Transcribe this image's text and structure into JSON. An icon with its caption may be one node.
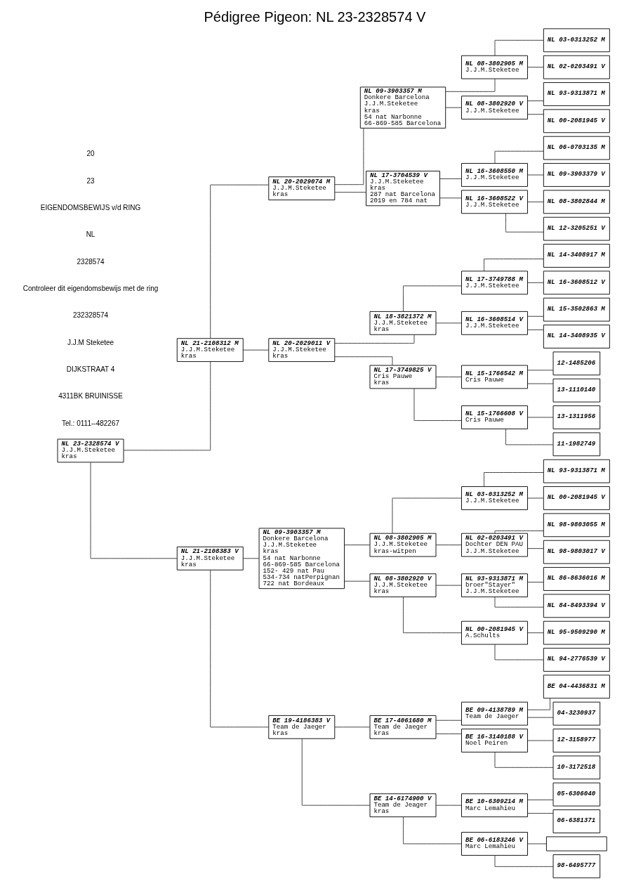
{
  "diagram": {
    "title": "Pédigree Pigeon: NL 23-2328574 V",
    "nodes": [
      {
        "text": [
          "NL 23-2328574 V",
          "J.J.M.Steketee",
          "kras"
        ]
      },
      {
        "text": [
          "NL 21-2108312 M",
          "J.J.M.Steketee",
          "kras"
        ]
      },
      {
        "text": [
          "NL 21-2108383 V",
          "J.J.M.Steketee",
          "kras"
        ]
      },
      {
        "text": [
          "NL 20-2029074 M",
          "J.J.M.Steketee",
          "kras"
        ]
      },
      {
        "text": [
          "NL 20-2029011 V",
          "J.J.M.Steketee",
          "kras"
        ]
      },
      {
        "text": [
          "NL 09-3903357 M",
          "Donkere Barcelona",
          "J.J.M.Steketee",
          "kras",
          "54 nat Narbonne",
          "66-869-585 Barcelona",
          "152- 429 nat Pau",
          "534-734 natPerpignan",
          "722 nat Bordeaux"
        ]
      },
      {
        "text": [
          "BE 19-4186383 V",
          "Team de Jaeger",
          "kras"
        ]
      },
      {
        "text": [
          "NL 09-3903357 M",
          "Donkere Barcelona",
          "J.J.M.Steketee",
          "kras",
          "54 nat Narbonne",
          "66-869-585 Barcelona"
        ]
      },
      {
        "text": [
          "NL 17-3704539 V",
          "J.J.M.Steketee",
          "kras",
          "287 nat Barcelona",
          "2019 en 784 nat"
        ]
      },
      {
        "text": [
          "NL 18-3821372 M",
          "J.J.M.Steketee",
          "kras"
        ]
      },
      {
        "text": [
          "NL 17-3749825 V",
          "Cris Pauwe",
          "kras"
        ]
      },
      {
        "text": [
          "NL 08-3802905 M",
          "J.J.M.Steketee",
          "kras-witpen"
        ]
      },
      {
        "text": [
          "NL 08-3802920 V",
          "J.J.M.Steketee",
          "kras"
        ]
      },
      {
        "text": [
          "BE 17-4061680 M",
          "Team de Jaeger",
          "kras"
        ]
      },
      {
        "text": [
          "BE 14-6174900 V",
          "Team de Jeager",
          "kras"
        ]
      },
      {
        "text": [
          "NL 08-3802905 M",
          "J.J.M.Steketee"
        ]
      },
      {
        "text": [
          "NL 08-3802920 V",
          "J.J.M.Steketee"
        ]
      },
      {
        "text": [
          "NL 16-3608550 M",
          "J.J.M.Steketee"
        ]
      },
      {
        "text": [
          "NL 16-3608522 V",
          "J.J.M.Steketee"
        ]
      },
      {
        "text": [
          "NL 17-3749788 M",
          "J.J.M.Steketee"
        ]
      },
      {
        "text": [
          "NL 16-3608514 V",
          "J.J.M.Steketee"
        ]
      },
      {
        "text": [
          "NL 15-1766542 M",
          "Cris Pauwe"
        ]
      },
      {
        "text": [
          "NL 15-1766608 V",
          "Cris Pauwe"
        ]
      },
      {
        "text": [
          "NL 03-0313252 M",
          "J.J.M.Steketee"
        ]
      },
      {
        "text": [
          "NL 02-0203491 V",
          "Dochter DEN PAU",
          "J.J.M.Steketee"
        ]
      },
      {
        "text": [
          "NL 93-9313871 M",
          "broer\"Stayer\"",
          "J.J.M.Steketee"
        ]
      },
      {
        "text": [
          "NL 00-2081945 V",
          "A.Schults"
        ]
      },
      {
        "text": [
          "BE 09-4138789 M",
          "Team de Jaeger"
        ]
      },
      {
        "text": [
          "BE 16-3140188 V",
          "Noel Peiren"
        ]
      },
      {
        "text": [
          "BE 10-6309214 M",
          "Marc Lemahieu"
        ]
      },
      {
        "text": [
          "BE 06-6183246 V",
          "Marc Lemahieu"
        ]
      },
      {
        "text": [
          "NL 03-0313252 M"
        ]
      },
      {
        "text": [
          "NL 02-0203491 V"
        ]
      },
      {
        "text": [
          "NL 93-9313871 M"
        ]
      },
      {
        "text": [
          "NL 00-2081945 V"
        ]
      },
      {
        "text": [
          "NL 06-0703135 M"
        ]
      },
      {
        "text": [
          "NL 09-3903379 V"
        ]
      },
      {
        "text": [
          "NL 08-3802844 M"
        ]
      },
      {
        "text": [
          "NL 12-3205251 V"
        ]
      },
      {
        "text": [
          "NL 14-3408917 M"
        ]
      },
      {
        "text": [
          "NL 16-3608512 V"
        ]
      },
      {
        "text": [
          "NL 15-3502863 M"
        ]
      },
      {
        "text": [
          "NL 14-3408935 V"
        ]
      },
      {
        "text": [
          "12-1485206"
        ]
      },
      {
        "text": [
          "13-1110140"
        ]
      },
      {
        "text": [
          "13-1311956"
        ]
      },
      {
        "text": [
          "11-1982749"
        ]
      },
      {
        "text": [
          "NL 93-9313871 M"
        ]
      },
      {
        "text": [
          "NL 00-2081945 V"
        ]
      },
      {
        "text": [
          "NL 98-9803055 M"
        ]
      },
      {
        "text": [
          "NL 98-9803017 V"
        ]
      },
      {
        "text": [
          "NL 86-8636016 M"
        ]
      },
      {
        "text": [
          "NL 84-8493394 V"
        ]
      },
      {
        "text": [
          "NL 95-9509290 M"
        ]
      },
      {
        "text": [
          "NL 94-2776539 V"
        ]
      },
      {
        "text": [
          "BE 04-4436831 M"
        ]
      },
      {
        "text": [
          "04-3230937"
        ]
      },
      {
        "text": [
          "12-3158977"
        ]
      },
      {
        "text": [
          "10-3172518"
        ]
      },
      {
        "text": [
          "05-6306040"
        ]
      },
      {
        "text": [
          "06-6381371"
        ]
      },
      {
        "text": [],
        "shape": "box"
      },
      {
        "text": [
          "98-6495777"
        ]
      }
    ],
    "edges": [
      {
        "from": 0,
        "to": 1,
        "arrow": "none"
      },
      {
        "from": 0,
        "to": 2,
        "arrow": "none"
      },
      {
        "from": 1,
        "to": 3,
        "arrow": "none"
      },
      {
        "from": 1,
        "to": 4,
        "arrow": "none"
      },
      {
        "from": 2,
        "to": 5,
        "arrow": "none"
      },
      {
        "from": 2,
        "to": 6,
        "arrow": "none"
      },
      {
        "from": 3,
        "to": 7,
        "arrow": "none"
      },
      {
        "from": 3,
        "to": 8,
        "arrow": "none"
      },
      {
        "from": 4,
        "to": 9,
        "arrow": "none"
      },
      {
        "from": 4,
        "to": 10,
        "arrow": "none"
      },
      {
        "from": 5,
        "to": 11,
        "arrow": "none"
      },
      {
        "from": 5,
        "to": 12,
        "arrow": "none"
      },
      {
        "from": 6,
        "to": 13,
        "arrow": "none"
      },
      {
        "from": 6,
        "to": 14,
        "arrow": "none"
      },
      {
        "from": 7,
        "to": 15,
        "arrow": "none"
      },
      {
        "from": 7,
        "to": 16,
        "arrow": "none"
      },
      {
        "from": 8,
        "to": 17,
        "arrow": "none"
      },
      {
        "from": 8,
        "to": 18,
        "arrow": "none"
      },
      {
        "from": 9,
        "to": 19,
        "arrow": "none"
      },
      {
        "from": 9,
        "to": 20,
        "arrow": "none"
      },
      {
        "from": 10,
        "to": 21,
        "arrow": "none"
      },
      {
        "from": 10,
        "to": 22,
        "arrow": "none"
      },
      {
        "from": 11,
        "to": 23,
        "arrow": "none"
      },
      {
        "from": 11,
        "to": 24,
        "arrow": "none"
      },
      {
        "from": 12,
        "to": 25,
        "arrow": "none"
      },
      {
        "from": 12,
        "to": 26,
        "arrow": "none"
      },
      {
        "from": 13,
        "to": 27,
        "arrow": "none"
      },
      {
        "from": 13,
        "to": 28,
        "arrow": "none"
      },
      {
        "from": 14,
        "to": 29,
        "arrow": "none"
      },
      {
        "from": 14,
        "to": 30,
        "arrow": "none"
      },
      {
        "from": 15,
        "to": 31,
        "arrow": "none"
      },
      {
        "from": 15,
        "to": 32,
        "arrow": "none"
      },
      {
        "from": 16,
        "to": 33,
        "arrow": "none"
      },
      {
        "from": 16,
        "to": 34,
        "arrow": "none"
      },
      {
        "from": 17,
        "to": 35,
        "arrow": "none"
      },
      {
        "from": 17,
        "to": 36,
        "arrow": "none"
      },
      {
        "from": 18,
        "to": 37,
        "arrow": "none"
      },
      {
        "from": 18,
        "to": 38,
        "arrow": "none"
      },
      {
        "from": 19,
        "to": 39,
        "arrow": "none"
      },
      {
        "from": 19,
        "to": 40,
        "arrow": "none"
      },
      {
        "from": 20,
        "to": 41,
        "arrow": "none"
      },
      {
        "from": 20,
        "to": 42,
        "arrow": "none"
      },
      {
        "from": 21,
        "to": 43,
        "arrow": "none"
      },
      {
        "from": 21,
        "to": 44,
        "arrow": "none"
      },
      {
        "from": 22,
        "to": 45,
        "arrow": "none"
      },
      {
        "from": 22,
        "to": 46,
        "arrow": "none"
      },
      {
        "from": 23,
        "to": 47,
        "arrow": "none"
      },
      {
        "from": 23,
        "to": 48,
        "arrow": "none"
      },
      {
        "from": 24,
        "to": 49,
        "arrow": "none"
      },
      {
        "from": 24,
        "to": 50,
        "arrow": "none"
      },
      {
        "from": 25,
        "to": 51,
        "arrow": "none"
      },
      {
        "from": 25,
        "to": 52,
        "arrow": "none"
      },
      {
        "from": 26,
        "to": 53,
        "arrow": "none"
      },
      {
        "from": 26,
        "to": 54,
        "arrow": "none"
      },
      {
        "from": 27,
        "to": 55,
        "arrow": "none"
      },
      {
        "from": 27,
        "to": 56,
        "arrow": "none"
      },
      {
        "from": 28,
        "to": 57,
        "arrow": "none"
      },
      {
        "from": 28,
        "to": 58,
        "arrow": "none"
      },
      {
        "from": 29,
        "to": 59,
        "arrow": "none"
      },
      {
        "from": 29,
        "to": 60,
        "arrow": "none"
      },
      {
        "from": 30,
        "to": 61,
        "arrow": "none"
      },
      {
        "from": 30,
        "to": 62,
        "arrow": "none"
      }
    ],
    "labels": [
      "20",
      "23",
      "EIGENDOMSBEWIJS v/d RING",
      "NL",
      "2328574",
      "Controleer dit eigendomsbewijs met de ring",
      "232328574",
      "J.J.M Steketee",
      "DIJKSTRAAT 4",
      "4311BK BRUINISSE",
      "Tel.: 0111--482267"
    ]
  }
}
